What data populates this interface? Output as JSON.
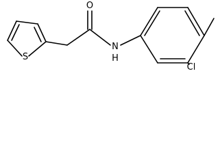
{
  "molecule": {
    "atoms": {
      "sulfur": "S",
      "oxygen": "O",
      "amide_nitrogen": "N",
      "amide_hydrogen": "H",
      "chlorine": "Cl"
    }
  }
}
